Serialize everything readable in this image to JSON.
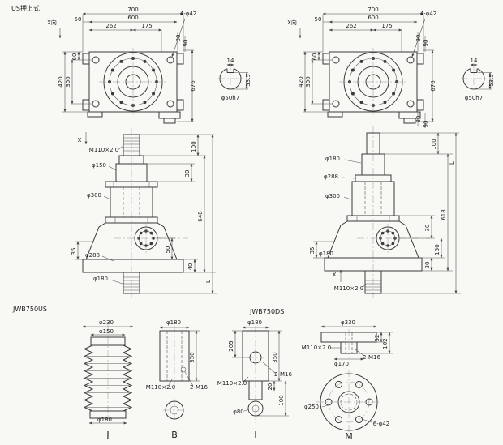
{
  "titles": {
    "us_type": "US押上式",
    "model_us": "JWB750US",
    "model_ds": "JWB750DS"
  },
  "plan_us": {
    "x_dir": "X向",
    "w700": "700",
    "w600": "600",
    "w262": "262",
    "w175": "175",
    "w50": "50",
    "holes": "4-φ42",
    "h80": "80",
    "h90": "90",
    "v60": "60",
    "v420": "420",
    "v300": "300",
    "v676": "676",
    "shaft_key": "14",
    "shaft_flat": "53.5",
    "shaft_dia": "φ50h7"
  },
  "plan_ds": {
    "x_dir": "X向",
    "w700": "700",
    "w600": "600",
    "w262": "262",
    "w175": "175",
    "w50": "50",
    "holes": "4-φ42",
    "h80_top": "80",
    "h90_top": "90",
    "v60": "60",
    "v420": "420",
    "v300": "300",
    "v676": "676",
    "h80_bot": "80",
    "h90_bot": "90",
    "shaft_key": "14",
    "shaft_flat": "53.5",
    "shaft_dia": "φ50h7"
  },
  "front_us": {
    "x_mark": "X",
    "thread": "M110×2.0",
    "d150": "φ150",
    "v100": "100",
    "v30": "30",
    "d300": "φ300",
    "v648": "648",
    "v50": "50",
    "v35": "35",
    "d288": "φ288",
    "v40": "40",
    "d180": "φ180",
    "vL": "L"
  },
  "front_ds": {
    "v100": "100",
    "d180_top": "φ180",
    "vL": "L",
    "d288": "φ288",
    "d300": "φ300",
    "v618": "618",
    "v35": "35",
    "v30_upper": "30",
    "v150": "150",
    "d180_bot": "φ180",
    "v30_lower": "30",
    "x_mark": "X",
    "thread": "M110×2.0"
  },
  "detail_j": {
    "d230": "φ230",
    "d150": "φ150",
    "d180": "φ180",
    "label": "J"
  },
  "detail_b": {
    "d180": "φ180",
    "v350": "350",
    "thread": "M110×2.0",
    "tap": "2-M16",
    "label": "B"
  },
  "detail_i": {
    "d180": "φ180",
    "v205": "205",
    "v350": "350",
    "thread": "M110×2.0",
    "tap": "2-M16",
    "v20": "20",
    "v100": "100",
    "d80": "φ80",
    "label": "I"
  },
  "detail_m": {
    "d330": "φ330",
    "v52": "52",
    "v102": "102",
    "thread": "M110×2.0",
    "d170": "φ170",
    "tap": "2-M16",
    "d250": "φ250",
    "holes": "6-φ42",
    "label": "M"
  }
}
